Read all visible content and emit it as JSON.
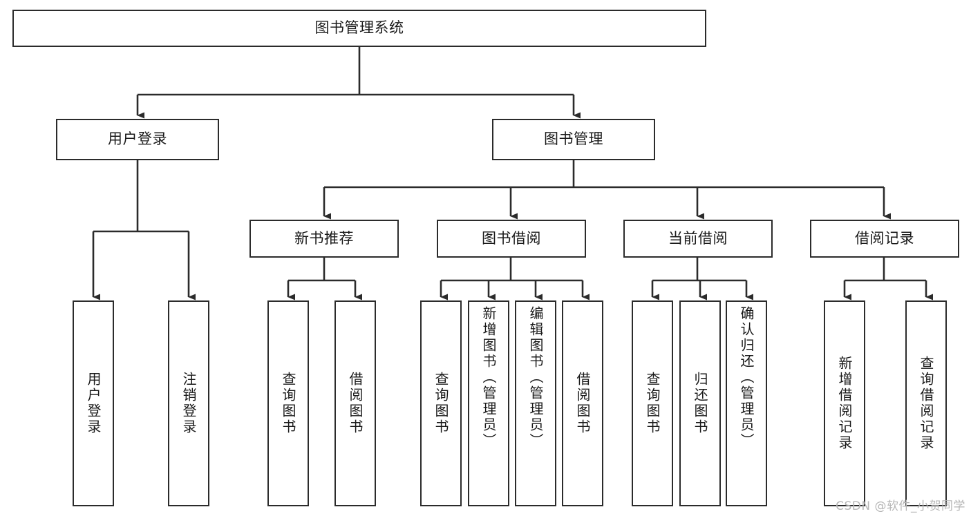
{
  "diagram": {
    "title": "图书管理系统",
    "type": "tree-hierarchy-diagram",
    "orientation": "top-down",
    "edge_color": "#2b2b2b",
    "node_border_color": "#2b2b2b",
    "node_fill_color": "#ffffff",
    "text_color": "#1a1a1a",
    "watermark": "CSDN @软件_小贺同学"
  },
  "nodes": {
    "root": {
      "label": "图书管理系统"
    },
    "level2": [
      {
        "id": "user-login",
        "label": "用户登录"
      },
      {
        "id": "book-manage",
        "label": "图书管理"
      }
    ],
    "level3": [
      {
        "id": "new-book-recommend",
        "label": "新书推荐"
      },
      {
        "id": "book-borrow",
        "label": "图书借阅"
      },
      {
        "id": "current-borrow",
        "label": "当前借阅"
      },
      {
        "id": "borrow-record",
        "label": "借阅记录"
      }
    ],
    "leaves": {
      "user_login": [
        {
          "id": "leaf-user-login",
          "label": "用户登录"
        },
        {
          "id": "leaf-logout-login",
          "label": "注销登录"
        }
      ],
      "new_book_recommend": [
        {
          "id": "leaf-query-book-1",
          "label": "查询图书"
        },
        {
          "id": "leaf-borrow-book-1",
          "label": "借阅图书"
        }
      ],
      "book_borrow": [
        {
          "id": "leaf-query-book-2",
          "label": "查询图书"
        },
        {
          "id": "leaf-add-book-admin",
          "label": "新增图书（管理员）"
        },
        {
          "id": "leaf-edit-book-admin",
          "label": "编辑图书（管理员）"
        },
        {
          "id": "leaf-borrow-book-2",
          "label": "借阅图书"
        }
      ],
      "current_borrow": [
        {
          "id": "leaf-query-book-3",
          "label": "查询图书"
        },
        {
          "id": "leaf-return-book",
          "label": "归还图书"
        },
        {
          "id": "leaf-confirm-return-admin",
          "label": "确认归还（管理员）"
        }
      ],
      "borrow_record": [
        {
          "id": "leaf-add-borrow-record",
          "label": "新增借阅记录"
        },
        {
          "id": "leaf-query-borrow-record",
          "label": "查询借阅记录"
        }
      ]
    }
  }
}
